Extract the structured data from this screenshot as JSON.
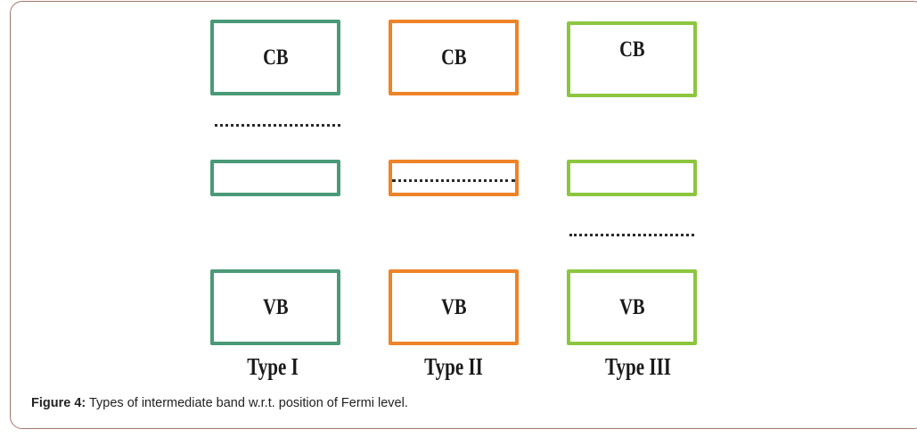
{
  "figure": {
    "caption_label": "Figure 4:",
    "caption_text": " Types of intermediate band w.r.t. position of Fermi level."
  },
  "colors": {
    "type1": "#4a9a78",
    "type2": "#ee8327",
    "type3": "#8cc63e",
    "frame": "#a0786c",
    "fermi_line": "#2a2a2a"
  },
  "types": [
    {
      "label": "Type I",
      "cb_label": "CB",
      "vb_label": "VB",
      "intermediate_band": "",
      "fermi_level_position": "between CB and intermediate band"
    },
    {
      "label": "Type II",
      "cb_label": "CB",
      "vb_label": "VB",
      "intermediate_band": "",
      "fermi_level_position": "within intermediate band"
    },
    {
      "label": "Type III",
      "cb_label": "CB",
      "vb_label": "VB",
      "intermediate_band": "",
      "fermi_level_position": "between intermediate band and VB"
    }
  ]
}
